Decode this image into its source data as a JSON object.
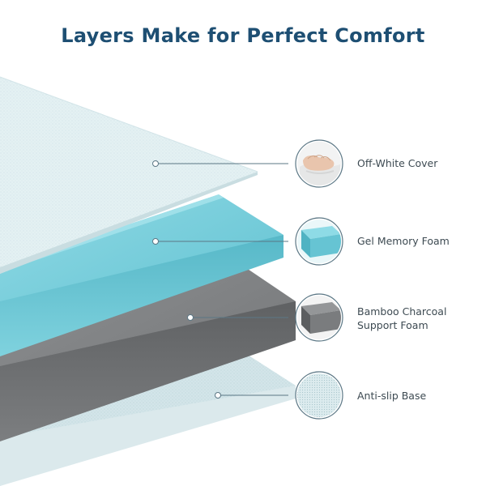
{
  "title": "Layers Make for Perfect Comfort",
  "colors": {
    "title": "#1e4f73",
    "cover": "#e4f1f3",
    "gel_foam": "#67c5d4",
    "charcoal_foam": "#727476",
    "base": "#c8dde2"
  },
  "layers": [
    {
      "label": "Off-White Cover",
      "icon": "hand-pressing-foam-icon"
    },
    {
      "label": "Gel Memory Foam",
      "icon": "gel-foam-cube-icon"
    },
    {
      "label_line1": "Bamboo Charcoal",
      "label_line2": "Support Foam",
      "icon": "charcoal-foam-cube-icon"
    },
    {
      "label": "Anti-slip Base",
      "icon": "textured-fabric-swatch-icon"
    }
  ]
}
